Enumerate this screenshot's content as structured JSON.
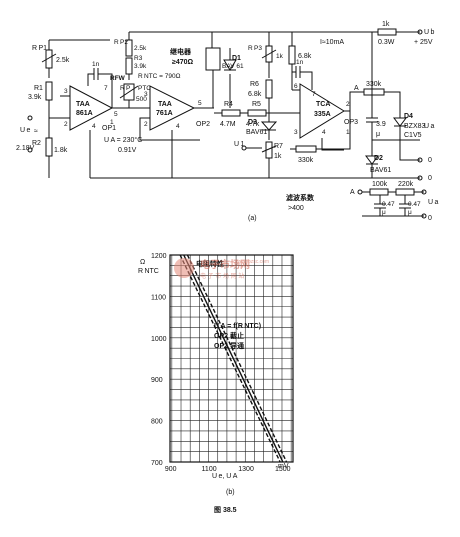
{
  "circuit": {
    "caption": "(a)",
    "labels": {
      "rp1": "R P1",
      "rp1_val": "2.5k",
      "r1": "R1",
      "r1_val": "3.9k",
      "ue": "U e",
      "ue_approx": "≈",
      "ue_val": "2.18V",
      "r2": "R2",
      "r2_val": "1.8k",
      "pin3_op1": "3",
      "pin2_op1": "2",
      "pin4_op1": "4",
      "op1_name": "TAA",
      "op1_num": "861A",
      "op1_label": "OP1",
      "pin7_op1": "7",
      "pin5_op1": "5",
      "pin1_op1": "1",
      "cap1": "1n",
      "rfw": "RFW",
      "rp2": "R P2",
      "rp2_val": "2.5k",
      "r3": "R3",
      "r3_val": "3.9k",
      "rp": "R P",
      "rntc": "R NTC = 790Ω",
      "ptc": "PTC",
      "v500": "500",
      "ua": "U A = 230°C",
      "ua2": "0.91V",
      "op2_name": "TAA",
      "op2_num": "761A",
      "op2_label": "OP2",
      "pin3_op2": "3",
      "pin2_op2": "2",
      "pin4_op2": "4",
      "pin5_op2": "5",
      "relay": "继电器",
      "relay_val": "≥470Ω",
      "d1": "D1",
      "bav": "BAV 61",
      "r4": "R4",
      "r4_val": "4.7M",
      "r5": "R5",
      "r5_val": "4.7k",
      "rp3": "R P3",
      "rp3_val": "1k",
      "r6": "R6",
      "r6_val": "6.8k",
      "d3": "D3",
      "bav61b": "BAV61",
      "u1": "U 1",
      "r7": "R7",
      "r7_val": "1k",
      "r68k": "6.8k",
      "cap2": "1n",
      "op3_name": "TCA",
      "op3_num": "335A",
      "op3_label": "OP3",
      "pin6_op3": "6",
      "pin7_op3": "7",
      "pin3_op3": "3",
      "pin4_op3": "4",
      "pin2_op3": "2",
      "pin1_op3": "1",
      "pin_a": "A",
      "r330k": "330k",
      "r330k_b": "330k",
      "current": "I≈10mA",
      "r1k": "1k",
      "r1k_w": "0.3W",
      "ub": "U b",
      "ub_val": "+ 25V",
      "d4": "D4",
      "zener": "BZX83",
      "c1v5": "C1V5",
      "ua_out": "U a",
      "c39": "3.9",
      "mu": "μ",
      "d2": "D2",
      "bav61c": "BAV61",
      "zero1": "0",
      "zero2": "0",
      "ripple": "滤波系数",
      "ripple_val": ">400",
      "r100k": "100k",
      "r220k": "220k",
      "c047a": "0.47",
      "c047b": "0.47",
      "mu2": "μ",
      "mu3": "μ",
      "a_out": "A",
      "ua_out2": "U a",
      "zero3": "0"
    }
  },
  "watermark": {
    "line1": "电子市场网",
    "line2": "电 子 市 场 网 站",
    "url": "www.bzsc.com"
  },
  "chart_data": {
    "type": "line",
    "caption": "(b)",
    "figure_label": "图 38.5",
    "ylabel": "R NTC",
    "yunit": "Ω",
    "xlabel": "U e, U A",
    "xunit": "mV",
    "xlim": [
      890,
      1560
    ],
    "ylim": [
      700,
      1200
    ],
    "xticks": [
      900,
      1100,
      1300,
      1500
    ],
    "yticks": [
      700,
      800,
      900,
      1000,
      1100,
      1200
    ],
    "grid": true,
    "annotation_top": "电阻特性",
    "legend_lines": [
      "U A = f(R NTC)",
      "OP2 截止",
      "OP2 导通"
    ],
    "series": [
      {
        "x": [
          945,
          1490
        ],
        "y": [
          1200,
          700
        ]
      },
      {
        "x": [
          965,
          1505
        ],
        "y": [
          1200,
          700
        ]
      },
      {
        "x": [
          985,
          1525
        ],
        "y": [
          1200,
          700
        ]
      }
    ]
  }
}
